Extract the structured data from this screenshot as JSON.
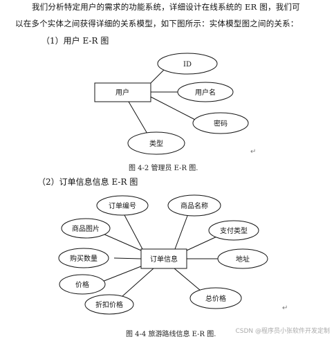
{
  "intro": {
    "line1": "我们分析特定用户的需求的功能系统，详细设计在线系统的 ER 图，我们可",
    "line2": "以在多个实体之间获得详细的关系模型，如下图所示：实体模型图之间的关系："
  },
  "section1": {
    "heading": "（1）用户 E-R 图",
    "caption": "图 4-2 管理员 E-R 图.",
    "entity": "用户",
    "attributes": [
      "ID",
      "用户名",
      "密码",
      "类型"
    ]
  },
  "section2": {
    "heading": "（2）订单信息信息 E-R 图",
    "caption": "图 4-4  旅游路线信息 E-R 图.",
    "entity": "订单信息",
    "attributes": [
      "订单编号",
      "商品名称",
      "商品图片",
      "支付类型",
      "购买数量",
      "地址",
      "价格",
      "折扣价格",
      "总价格"
    ]
  },
  "paragraph_mark": "↵",
  "watermark": "CSDN @程序员小张软件开发定制"
}
